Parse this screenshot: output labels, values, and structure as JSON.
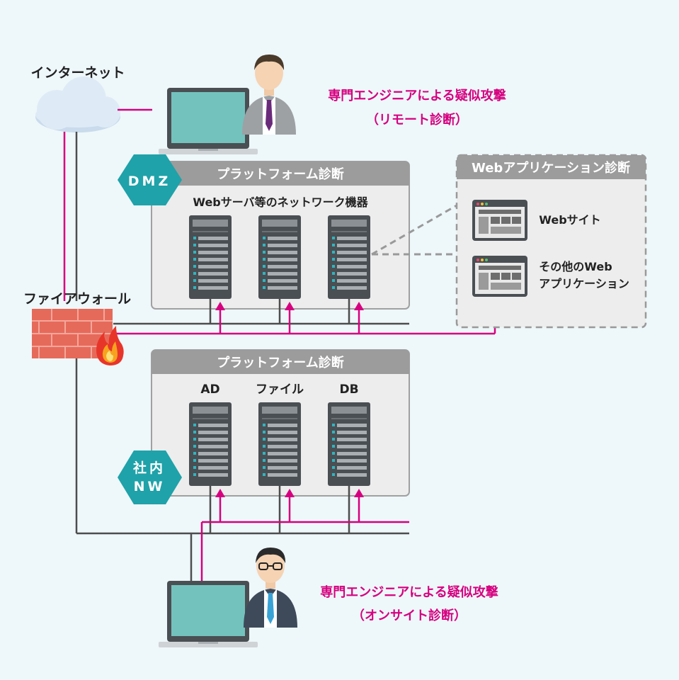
{
  "internet": {
    "label": "インターネット"
  },
  "firewall": {
    "label": "ファイアウォール"
  },
  "remote": {
    "title": "専門エンジニアによる疑似攻撃",
    "subtitle": "（リモート診断）"
  },
  "onsite": {
    "title": "専門エンジニアによる疑似攻撃",
    "subtitle": "（オンサイト診断）"
  },
  "dmz": {
    "badge": "DMZ",
    "panel_title": "プラットフォーム診断",
    "caption": "Webサーバ等のネットワーク機器"
  },
  "internal": {
    "badge_line1": "社内",
    "badge_line2": "NW",
    "panel_title": "プラットフォーム診断",
    "servers": [
      "AD",
      "ファイル",
      "DB"
    ]
  },
  "webapp": {
    "panel_title": "Webアプリケーション診断",
    "website_label": "Webサイト",
    "other_label_line1": "その他のWeb",
    "other_label_line2": "アプリケーション"
  },
  "colors": {
    "pink": "#d6007f",
    "teal": "#1fa2a9",
    "panel_header": "#9c9c9c",
    "line_dark": "#4d4d4d",
    "server_body": "#4a4f54",
    "server_led": "#2fb5bf",
    "brick": "#e66a5a"
  }
}
